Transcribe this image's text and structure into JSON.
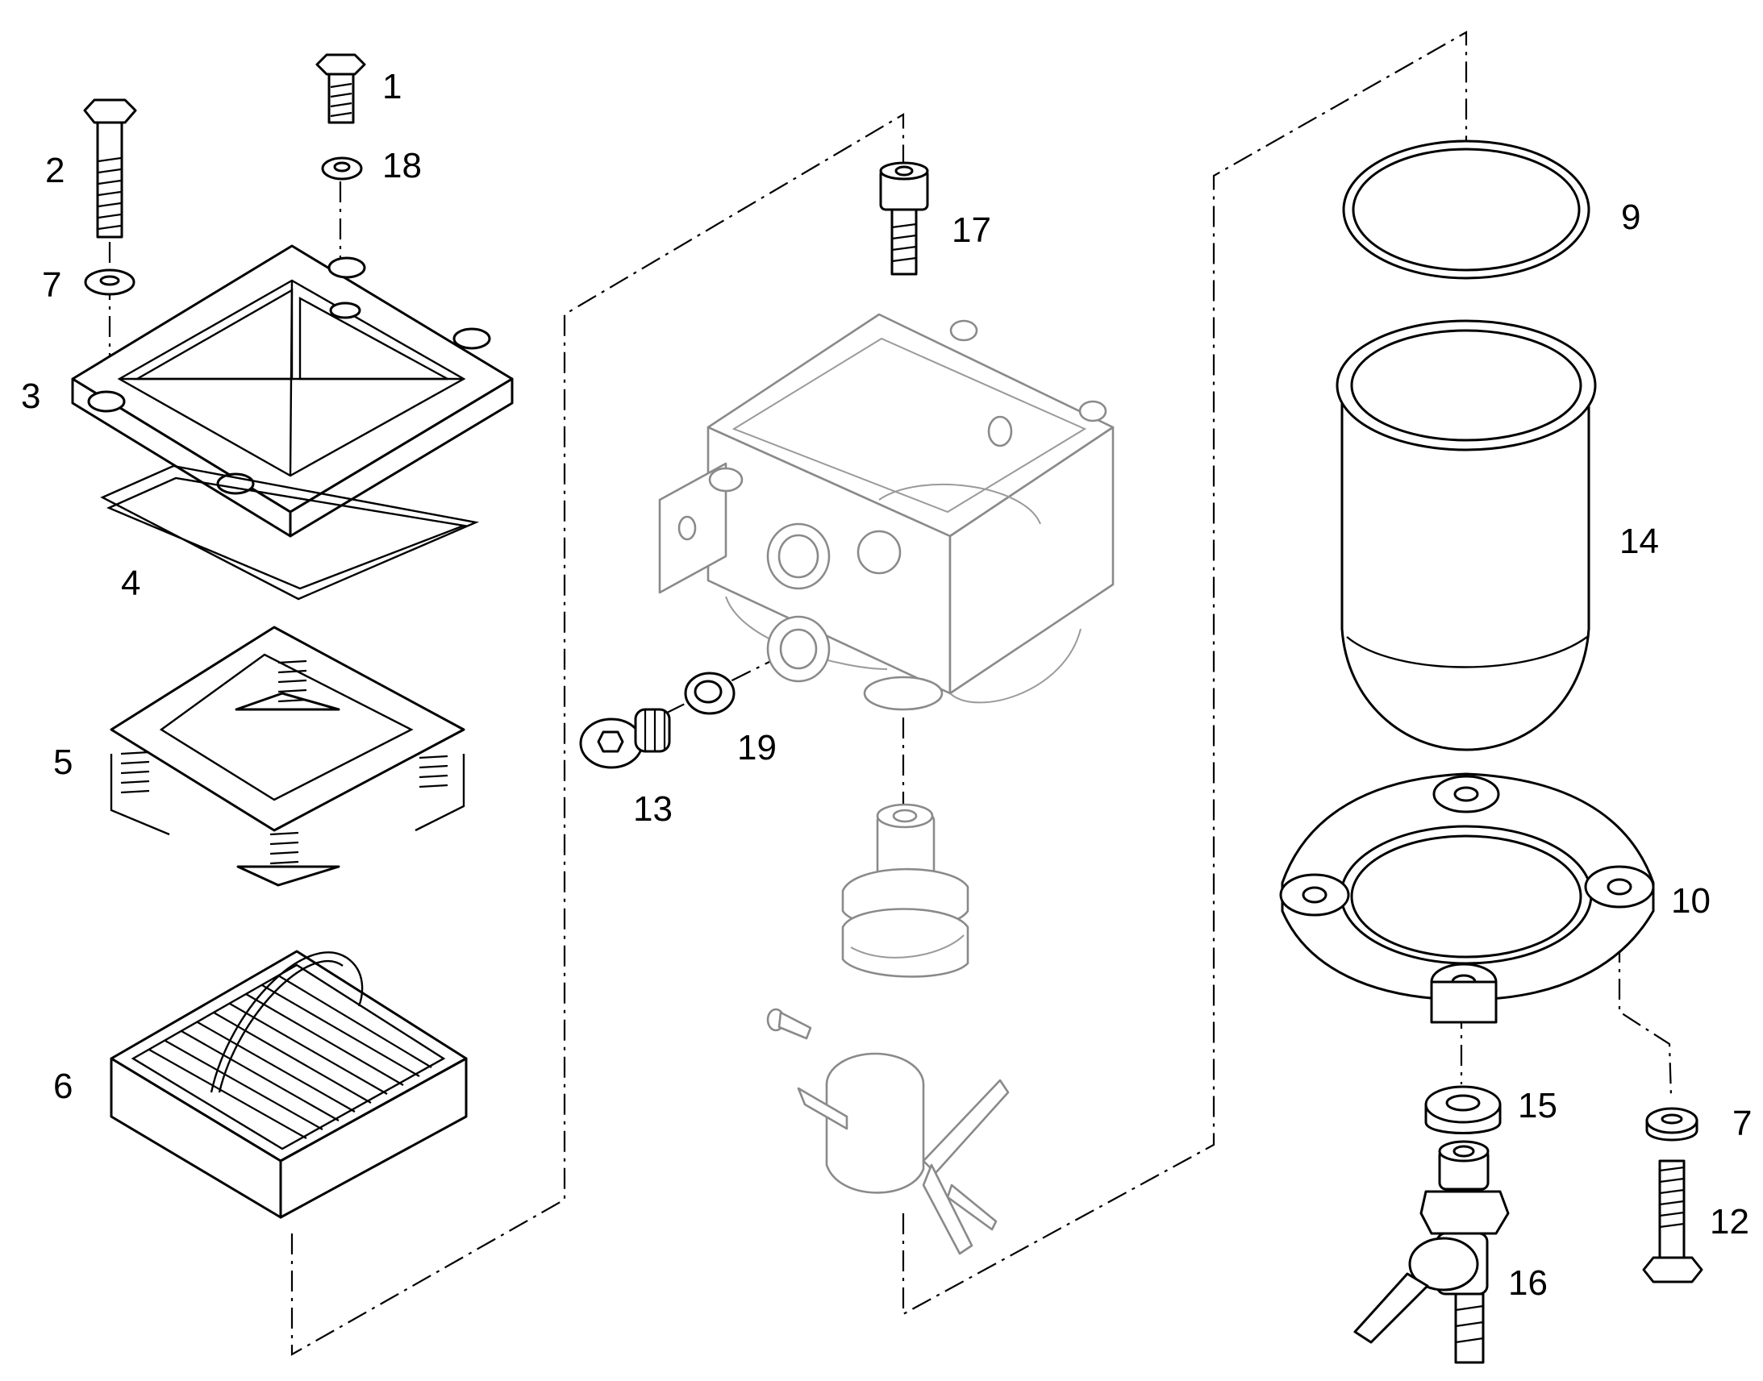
{
  "callouts": {
    "c1": "1",
    "c2": "2",
    "c3": "3",
    "c4": "4",
    "c5": "5",
    "c6": "6",
    "c7a": "7",
    "c7b": "7",
    "c9": "9",
    "c10": "10",
    "c12": "12",
    "c13": "13",
    "c14": "14",
    "c15": "15",
    "c16": "16",
    "c17": "17",
    "c18": "18",
    "c19": "19"
  }
}
